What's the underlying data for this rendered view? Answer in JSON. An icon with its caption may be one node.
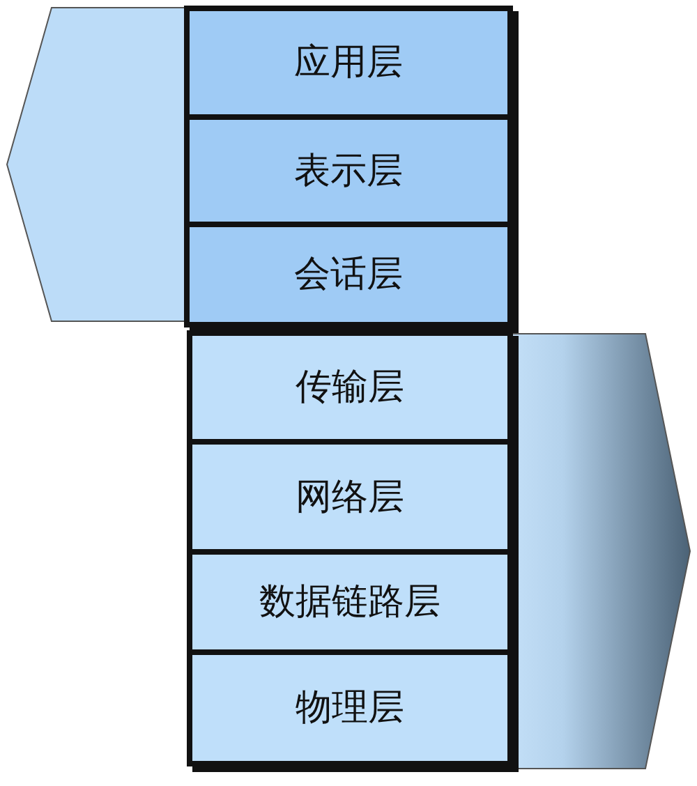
{
  "diagram": {
    "nodes": [
      {
        "text": [],
        "shape": "pentagon"
      },
      {
        "text": [
          "应用层"
        ]
      },
      {
        "text": [
          "表示层"
        ]
      },
      {
        "text": [
          "会话层"
        ]
      },
      {
        "text": [
          "传输层"
        ]
      },
      {
        "text": [
          "网络层"
        ]
      },
      {
        "text": [
          "数据链路层"
        ]
      },
      {
        "text": [
          "物理层"
        ]
      },
      {
        "text": [],
        "shape": "pentagon"
      }
    ]
  }
}
